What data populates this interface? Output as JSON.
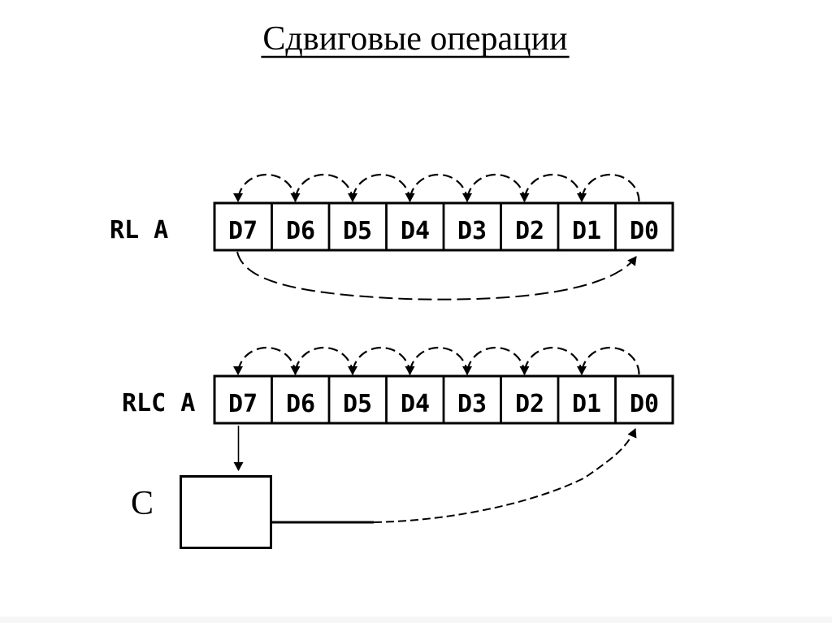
{
  "title": "Сдвиговые операции",
  "diagram": {
    "registers": [
      {
        "label": "RL A",
        "cells": [
          "D7",
          "D6",
          "D5",
          "D4",
          "D3",
          "D2",
          "D1",
          "D0"
        ]
      },
      {
        "label": "RLC A",
        "cells": [
          "D7",
          "D6",
          "D5",
          "D4",
          "D3",
          "D2",
          "D1",
          "D0"
        ]
      }
    ],
    "carry": {
      "label": "C"
    }
  },
  "colors": {
    "ink": "#000000",
    "background": "#ffffff",
    "bottom_edge": "#f6f6f7"
  }
}
